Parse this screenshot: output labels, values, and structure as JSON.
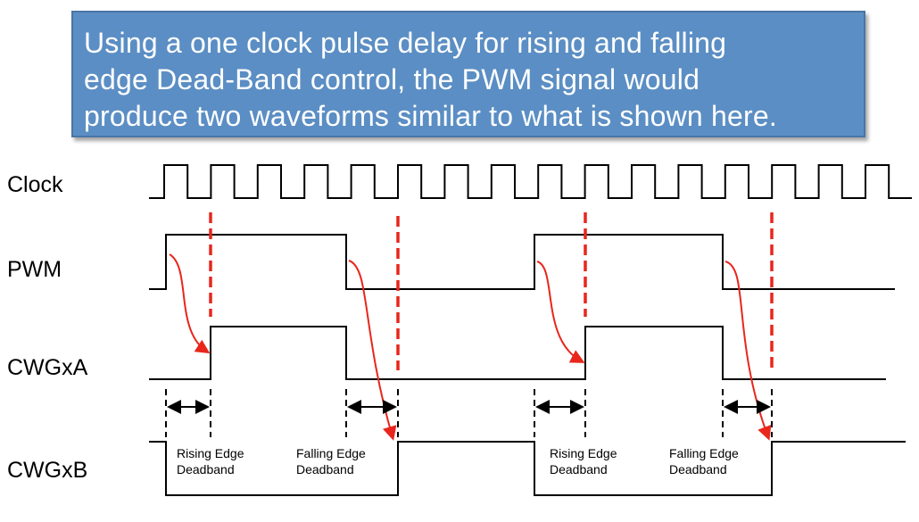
{
  "banner": {
    "lines": [
      "Using a one clock pulse delay for rising and falling",
      "edge Dead-Band control, the PWM signal would",
      "produce two waveforms similar to what is shown here."
    ]
  },
  "signals": {
    "clock": "Clock",
    "pwm": "PWM",
    "cwgxa": "CWGxA",
    "cwgxb": "CWGxB"
  },
  "annotations": {
    "rising_line1": "Rising Edge",
    "rising_line2": "Deadband",
    "falling_line1": "Falling Edge",
    "falling_line2": "Deadband"
  },
  "colors": {
    "banner_bg": "#5b8ec4",
    "banner_text": "#ffffff",
    "waveform": "#000000",
    "delay_marker": "#e8261c"
  }
}
